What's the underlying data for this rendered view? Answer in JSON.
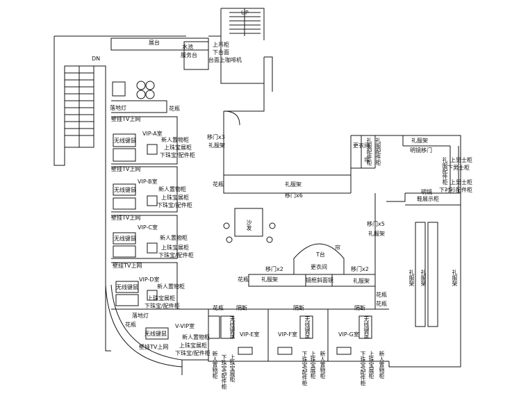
{
  "stairs": {
    "up": "UP",
    "down": "DN"
  },
  "top": {
    "display_counter": "展台",
    "water_basin": "水池",
    "service_desk": "服务台",
    "cabinet_labels": [
      "上吊柜",
      "下台面",
      "台面上咖啡机"
    ]
  },
  "common": {
    "floor_lamp": "落地灯",
    "flower_vase": "花瓶",
    "wall_tv": "壁挂TV上网",
    "wireless_kb": "无线键鼠",
    "new_display": "新人置物柜",
    "jewelry_display": "上珠宝展柜",
    "accessory_cabinet": "下珠宝/配件柜",
    "partition": "隔断",
    "gown_rack": "礼服架",
    "curtain": "帘"
  },
  "rooms": {
    "vip_a": "VIP-A室",
    "vip_b": "VIP-B室",
    "vip_c": "VIP-C室",
    "vip_d": "VIP-D室",
    "v_vip": "V-VIP室",
    "vip_e": "VIP-E室",
    "vip_f": "VIP-F室",
    "vip_g": "VIP-G室"
  },
  "center": {
    "sliding_x3": "移门x3",
    "sliding_x6": "移门x6",
    "sliding_x5": "移门x5",
    "sliding_x2": "移门x2",
    "sofa": "沙发",
    "t_stage": "T台",
    "changing_room": "更衣间",
    "tilted_mirror": "镜框斜面镜"
  },
  "right": {
    "changing_room": "更衣间",
    "accessory_cabinet": "礼服配件柜",
    "sliding_mirror": "明镜移门",
    "men_cabinet_top": "上男士柜",
    "men_cabinet_bottom": "下男士柜",
    "shirt_cabinet": "下衬衫配件柜",
    "mirror": "明镜",
    "shoe_cabinet": "鞋展示柜"
  }
}
